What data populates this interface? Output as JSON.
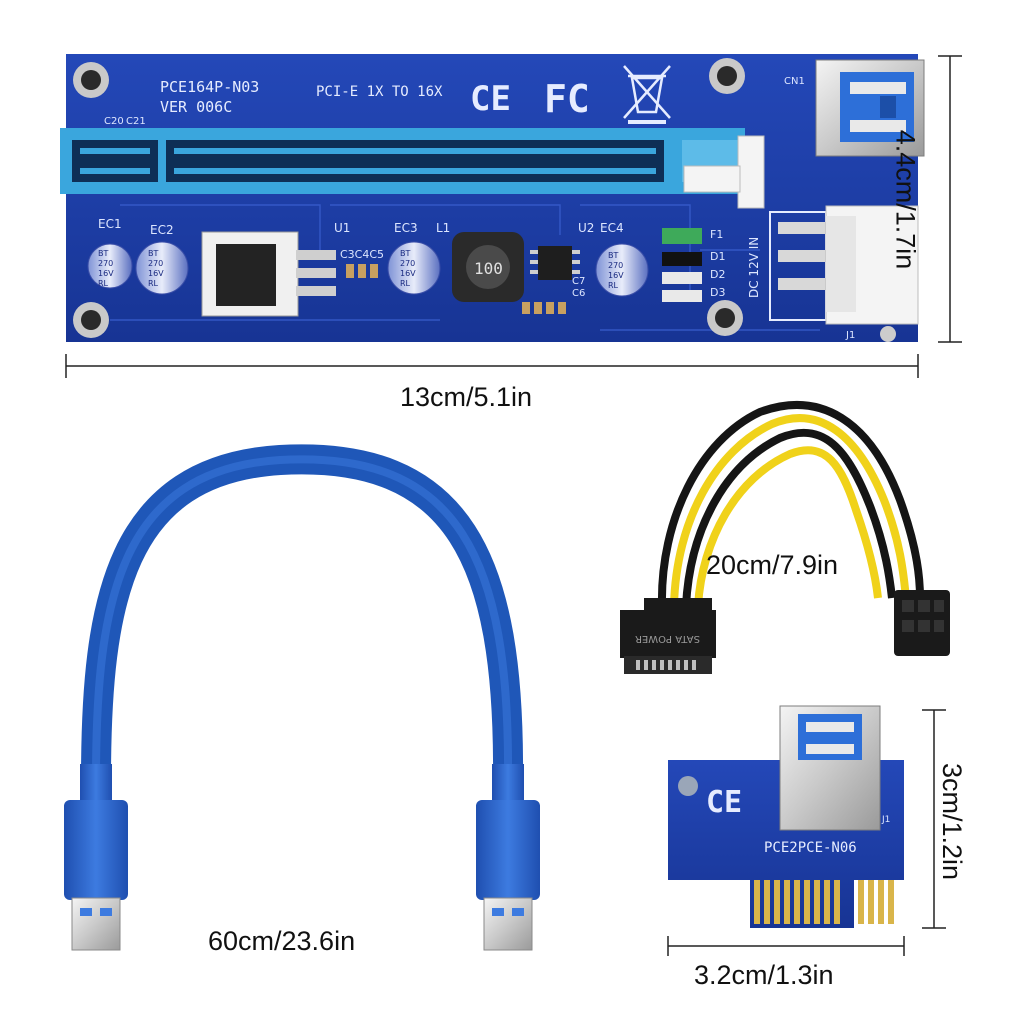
{
  "dimensions": {
    "board_width": "13cm/5.1in",
    "board_height": "4.4cm/1.7in",
    "cable_length": "60cm/23.6in",
    "power_cable_length": "20cm/7.9in",
    "adapter_height": "3cm/1.2in",
    "adapter_width": "3.2cm/1.3in"
  },
  "riser_board": {
    "model": "PCE164P-N03",
    "version": "VER 006C",
    "slot_text": "PCI-E 1X TO 16X",
    "ce_mark": "CE",
    "fc_mark": "FC",
    "port_label": "CN1",
    "component_labels": [
      "EC1",
      "EC2",
      "U1",
      "C3C4C5",
      "EC3",
      "L1",
      "U2",
      "EC4",
      "F1",
      "D1",
      "D2",
      "D3",
      "J1",
      "C20",
      "C21",
      "C6",
      "C7"
    ],
    "capacitor_text": [
      "BT",
      "270",
      "16V",
      "RL"
    ],
    "inductor_text": "100",
    "power_label": "DC 12V IN"
  },
  "power_cable": {
    "connector_label": "SATA POWER"
  },
  "adapter_board": {
    "model": "PCE2PCE-N06",
    "ce_mark": "CE",
    "label": "J1"
  },
  "colors": {
    "pcb_blue": "#1b3ca8",
    "slot_blue": "#3aa6dd",
    "cable_blue": "#1f57b8",
    "usb_blue": "#2f6fd8",
    "wire_yellow": "#f0d21a",
    "wire_black": "#151515",
    "gold": "#d9b54a"
  },
  "icons": [
    "ce-mark-icon",
    "fcc-mark-icon",
    "weee-bin-icon",
    "usb-port-icon",
    "molex-connector-icon",
    "sata-connector-icon",
    "pcie-6pin-icon",
    "usb-plug-icon"
  ]
}
